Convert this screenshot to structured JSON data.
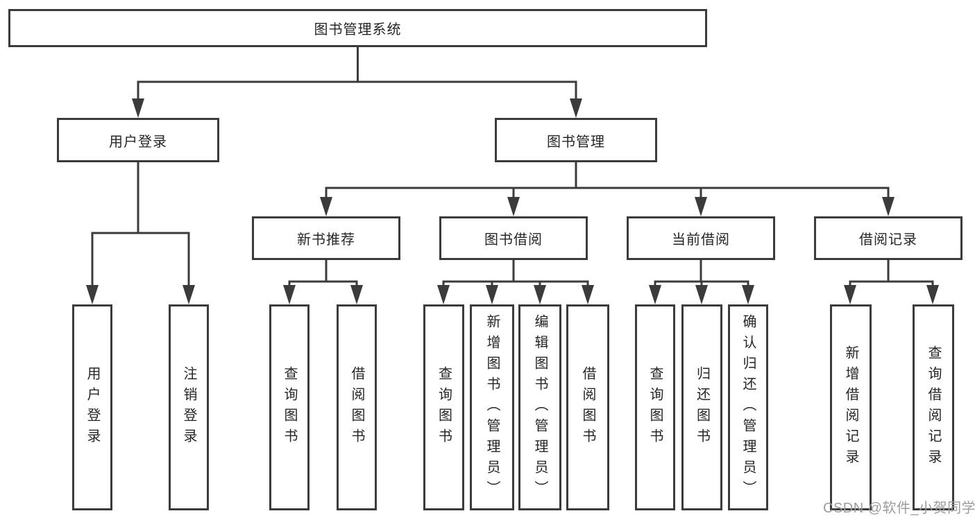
{
  "colors": {
    "line": "#3b3b3b",
    "text": "#262626",
    "watermark": "#9c9c9c",
    "background": "#ffffff"
  },
  "watermark": {
    "text": "CSDN @软件_小贺同学"
  },
  "tree": {
    "root": {
      "label": "图书管理系统",
      "children": [
        {
          "label": "用户登录",
          "children": [
            {
              "label": "用户登录"
            },
            {
              "label": "注销登录"
            }
          ]
        },
        {
          "label": "图书管理",
          "children": [
            {
              "label": "新书推荐",
              "children": [
                {
                  "label": "查询图书"
                },
                {
                  "label": "借阅图书"
                }
              ]
            },
            {
              "label": "图书借阅",
              "children": [
                {
                  "label": "查询图书"
                },
                {
                  "label": "新增图书（管理员）"
                },
                {
                  "label": "编辑图书（管理员）"
                },
                {
                  "label": "借阅图书"
                }
              ]
            },
            {
              "label": "当前借阅",
              "children": [
                {
                  "label": "查询图书"
                },
                {
                  "label": "归还图书"
                },
                {
                  "label": "确认归还（管理员）"
                }
              ]
            },
            {
              "label": "借阅记录",
              "children": [
                {
                  "label": "新增借阅记录"
                },
                {
                  "label": "查询借阅记录"
                }
              ]
            }
          ]
        }
      ]
    }
  }
}
